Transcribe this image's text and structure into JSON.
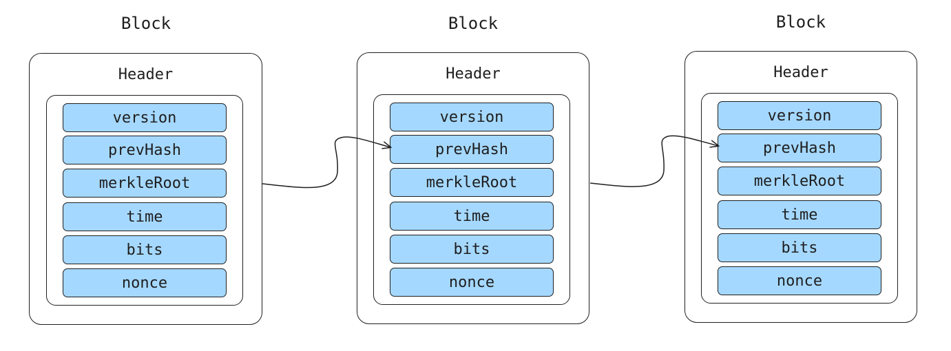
{
  "blocks": [
    {
      "title": "Block",
      "header_label": "Header",
      "fields": [
        "version",
        "prevHash",
        "merkleRoot",
        "time",
        "bits",
        "nonce"
      ]
    },
    {
      "title": "Block",
      "header_label": "Header",
      "fields": [
        "version",
        "prevHash",
        "merkleRoot",
        "time",
        "bits",
        "nonce"
      ]
    },
    {
      "title": "Block",
      "header_label": "Header",
      "fields": [
        "version",
        "prevHash",
        "merkleRoot",
        "time",
        "bits",
        "nonce"
      ]
    }
  ],
  "colors": {
    "field_fill": "#a5d8ff",
    "stroke": "#1e1e1e"
  }
}
